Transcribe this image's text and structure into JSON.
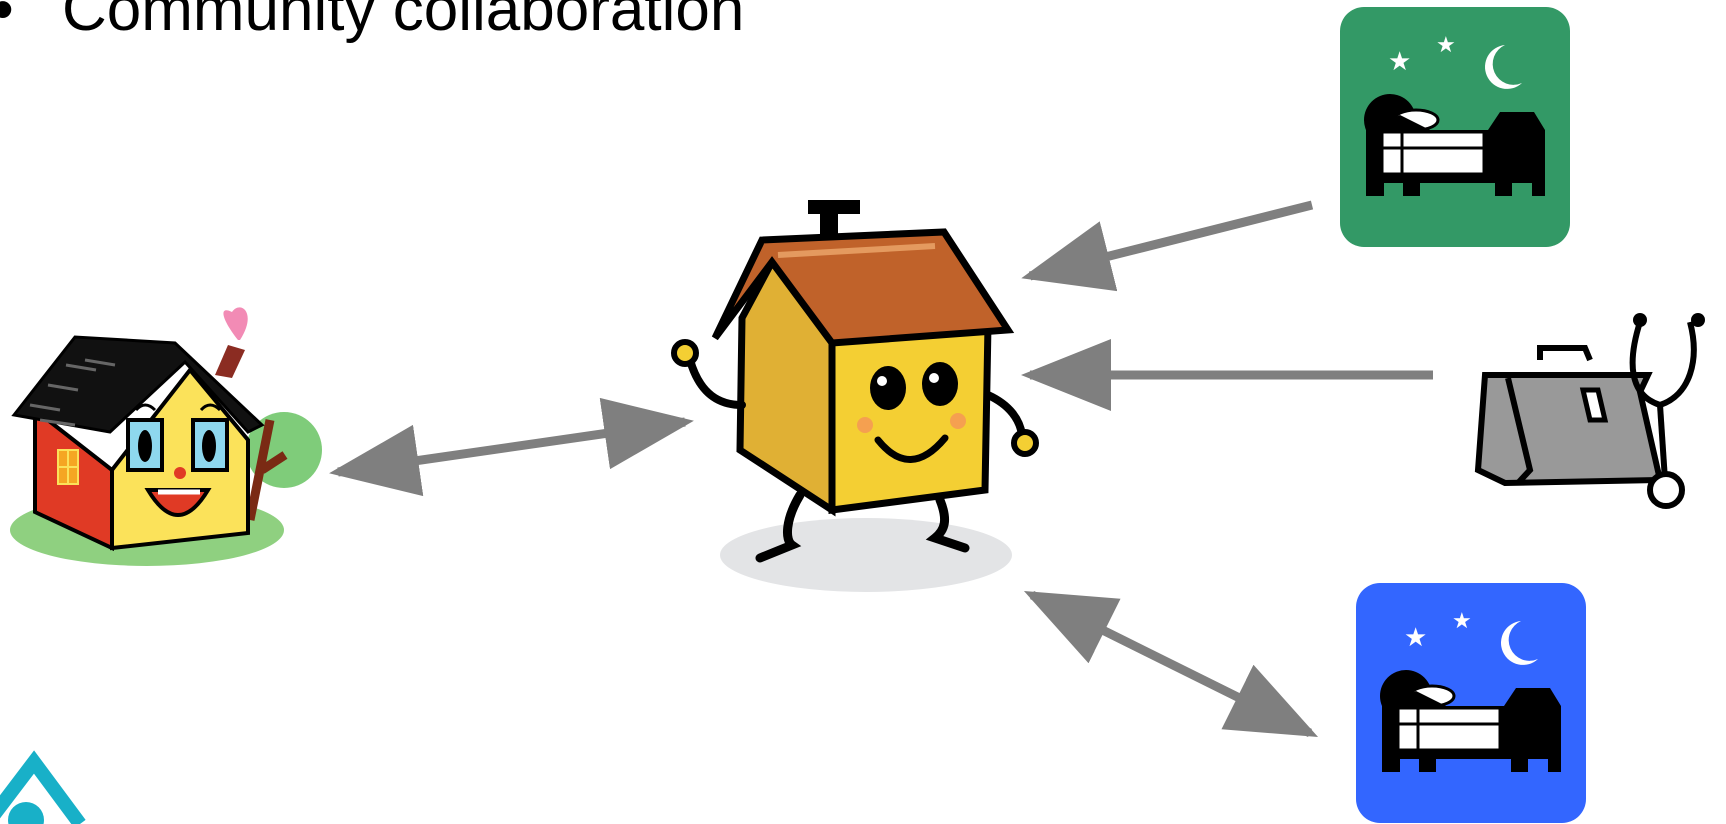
{
  "heading": {
    "bullet": "•",
    "text": "Community collaboration"
  },
  "colors": {
    "arrow": "#7f7f7f",
    "night_green": "#339966",
    "night_blue": "#3366ff",
    "house_yellow": "#f5d033",
    "roof_brown": "#c0622a",
    "bag_gray": "#999999",
    "logo_teal": "#18b0c8"
  },
  "nodes": [
    {
      "id": "home",
      "icon": "smiling-house-icon"
    },
    {
      "id": "hub",
      "icon": "walking-house-mascot-icon"
    },
    {
      "id": "respite-green",
      "icon": "bed-under-night-sky-icon"
    },
    {
      "id": "medical",
      "icon": "doctor-bag-stethoscope-icon"
    },
    {
      "id": "respite-blue",
      "icon": "bed-under-night-sky-icon"
    }
  ],
  "edges": [
    {
      "from": "home",
      "to": "hub",
      "direction": "both"
    },
    {
      "from": "respite-green",
      "to": "hub",
      "direction": "one-way"
    },
    {
      "from": "medical",
      "to": "hub",
      "direction": "one-way"
    },
    {
      "from": "hub",
      "to": "respite-blue",
      "direction": "both"
    }
  ]
}
